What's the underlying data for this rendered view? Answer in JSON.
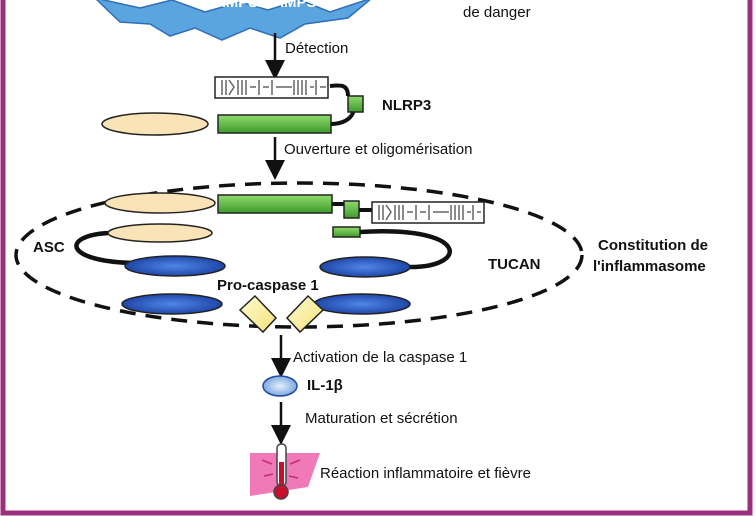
{
  "diagram": {
    "top_signal": "PAMPS/DAMPS",
    "danger_label": "de danger",
    "step_detection": "Détection",
    "nlrp3_label": "NLRP3",
    "step_opening": "Ouverture et oligomérisation",
    "asc_label": "ASC",
    "tucan_label": "TUCAN",
    "procaspase_label": "Pro-caspase 1",
    "inflammasome_label_line1": "Constitution de",
    "inflammasome_label_line2": "l'inflammasome",
    "step_activation": "Activation de la caspase 1",
    "il1b_label": "IL-1β",
    "step_maturation": "Maturation et sécrétion",
    "final_effect": "Réaction inflammatoire et fièvre"
  },
  "colors": {
    "frame": "#9b2f7e",
    "burst": "#5aa4e0",
    "pyd": "#fbe3b8",
    "nacht": "#6cbf4a",
    "card": "#2e5fbf",
    "caspase": "#fff3a6",
    "thermo_bg": "#f07ab8",
    "il1b": "#b8d3f0"
  },
  "icons": {
    "burst": "starburst-shape",
    "lrr": "lrr-repeat-box",
    "thermometer": "thermometer-icon",
    "arrow": "down-arrow"
  }
}
